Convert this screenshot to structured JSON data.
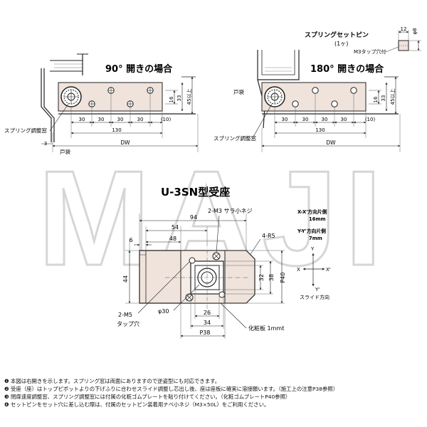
{
  "watermark": "MAJI",
  "top_left": {
    "title": "90° 開きの場合",
    "dim_16": "16",
    "dim_33": "33",
    "dim_45": "45以上",
    "dims_30": [
      "30",
      "30",
      "30",
      "30"
    ],
    "dim_10": "(10)",
    "dim_130": "130",
    "dim_3": "3",
    "dim_dw": "DW",
    "label_spring": "スプリング調整窓",
    "label_tobukuro": "戸袋"
  },
  "top_right": {
    "title": "180° 開きの場合",
    "label_tobukuro": "戸袋",
    "dim_16": "16",
    "dim_33": "33",
    "dim_45": "45以上",
    "dims_30": [
      "30",
      "30",
      "30",
      "30"
    ],
    "dim_10": "(10)",
    "dim_130": "130",
    "dim_dw": "DW",
    "label_spring": "スプリング調整窓"
  },
  "pin": {
    "title": "スプリングセットピン",
    "qty": "(1ヶ)",
    "dim_12": "12",
    "dim_8": "φ8",
    "tap": "M3タップ穴付"
  },
  "main": {
    "title": "U-3SN型受座",
    "dim_94": "94",
    "dim_54": "54",
    "dim_48": "48",
    "dim_6": "6",
    "dim_44": "44",
    "dim_26": "26",
    "dim_34": "34",
    "dim_38": "P38",
    "dim_32": "32",
    "dim_38v": "38",
    "dim_40": "P40",
    "dim_30": "φ30",
    "label_m3": "2-M3 サラ小ネジ",
    "label_r5": "4-R5",
    "label_m5": "2-M5",
    "label_tap": "タップ穴",
    "label_plate": "化粧板 1mmt"
  },
  "axis": {
    "xx_title": "X-X'方向片側",
    "xx_val": "16mm",
    "yy_title": "Y-Y'方向片側",
    "yy_val": "7mm",
    "y": "Y",
    "x": "X",
    "xp": "X'",
    "yp": "Y'",
    "slide": "スライド方向"
  },
  "notes": [
    "❶ 本図は右開きを示します。スプリング窓は両面にありますので逆姿型にも対応できます。",
    "❷ 受座（座）はトップピボットよりの下げふりに合わせスライド調整し芯出し後、座は座板に確実に溶接願います。（施工上の注意P38参照）",
    "❸ 閉扉速度調整窓、スプリング調整窓には付属の化粧ゴムプレートを貼り付けてください。（化粧ゴムプレートP40参照）",
    "❹ セットピンをセット穴に差し込む際は、付属のセットピン装着用ナベ小ネジ（M3×50L）をご利用ください。"
  ],
  "colors": {
    "plate": "#efe3dc",
    "line": "#1a1a1a",
    "dim": "#333333",
    "watermark": "#dadada"
  }
}
